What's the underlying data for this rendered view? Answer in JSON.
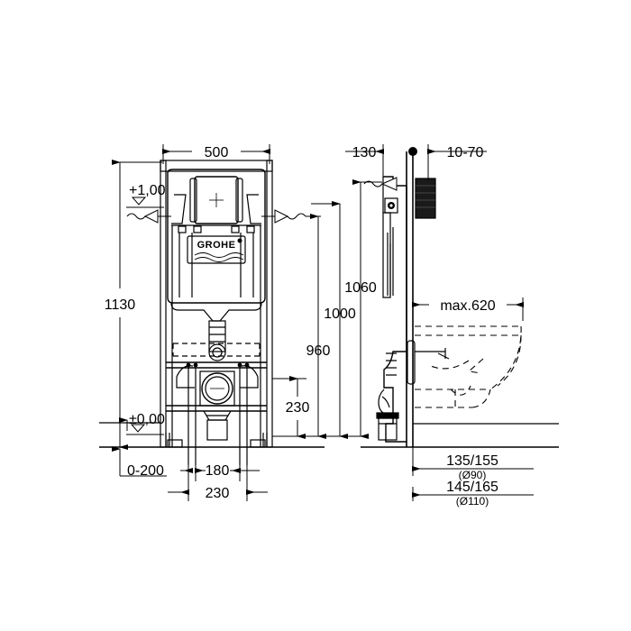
{
  "drawing": {
    "title": "GROHE Rapid SL WC installation frame dimensional drawing",
    "brand_logo": "GROHE",
    "background_color": "#ffffff",
    "line_color": "#000000",
    "views": [
      {
        "name": "front-elevation",
        "label": ""
      },
      {
        "name": "side-elevation",
        "label": ""
      }
    ]
  },
  "dimensions": {
    "front": {
      "width_top": "500",
      "level_top": "+1,00",
      "level_floor": "±0,00",
      "total_height": "1130",
      "outlet_height": "230",
      "floor_offset": "0-200",
      "outlet_spacing_inner": "180",
      "outlet_spacing_outer": "230"
    },
    "side": {
      "depth": "130",
      "wall_gap": "10-70",
      "height_1060": "1060",
      "height_1000": "1000",
      "height_960": "960",
      "height_230": "230",
      "projection_max": "max.620",
      "drain_90": "135/155",
      "drain_90_note": "(Ø90)",
      "drain_110": "145/165",
      "drain_110_note": "(Ø110)"
    }
  },
  "labels": {
    "d500": "500",
    "d1130": "1130",
    "dplus100": "+1,00",
    "dzero": "±0,00",
    "d0_200": "0-200",
    "d180": "180",
    "d230_bottom": "230",
    "d230_side": "230",
    "d130": "130",
    "d10_70": "10-70",
    "d1060": "1060",
    "d1000": "1000",
    "d960": "960",
    "dmax620": "max.620",
    "d135_155": "135/155",
    "d90": "(Ø90)",
    "d145_165": "145/165",
    "d110": "(Ø110)",
    "grohe": "GROHE"
  }
}
